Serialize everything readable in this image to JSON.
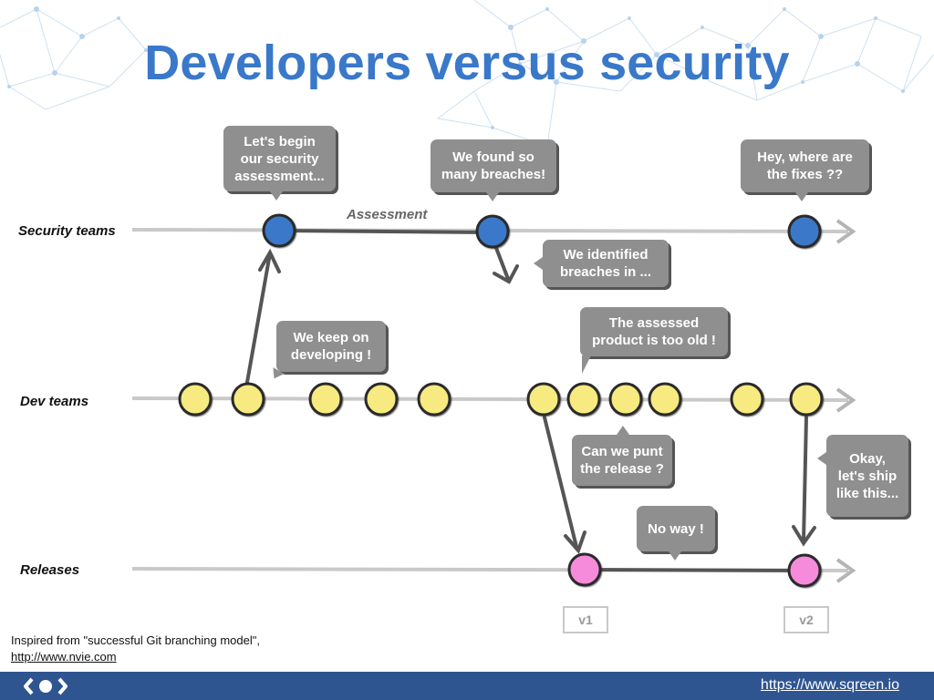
{
  "title": "Developers versus security",
  "lanes": {
    "security": "Security teams",
    "dev": "Dev teams",
    "releases": "Releases"
  },
  "assessment_label": "Assessment",
  "bubbles": {
    "lets_begin": "Let's begin\nour security\nassessment...",
    "found_breaches": "We found so\nmany breaches!",
    "where_fixes": "Hey, where are\nthe fixes ??",
    "identified": "We identified\nbreaches in ...",
    "keep_developing": "We keep on\ndeveloping !",
    "too_old": "The assessed\nproduct is too old !",
    "punt": "Can we punt\nthe release ?",
    "okay_ship": "Okay,\nlet's ship\nlike this...",
    "no_way": "No way !"
  },
  "versions": {
    "v1": "v1",
    "v2": "v2"
  },
  "credit": {
    "line1": "Inspired from \"successful Git branching model\",",
    "link": "http://www.nvie.com"
  },
  "footer": {
    "url": "https://www.sqreen.io"
  },
  "colors": {
    "title": "#3a78c9",
    "security_node": "#3a78c9",
    "dev_node": "#f7ea80",
    "release_node": "#f68bdc",
    "bubble": "#8f8f8f",
    "footer": "#2f5591"
  }
}
